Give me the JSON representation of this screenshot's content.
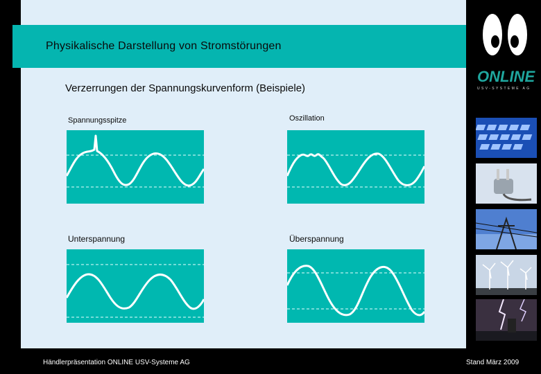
{
  "slide": {
    "title": "Physikalische Darstellung von Stromstörungen",
    "subtitle": "Verzerrungen der Spannungskurvenform (Beispiele)"
  },
  "panels": [
    {
      "label": "Spannungsspitze",
      "kind": "spike"
    },
    {
      "label": "Oszillation",
      "kind": "oscillation"
    },
    {
      "label": "Unterspannung",
      "kind": "undervoltage"
    },
    {
      "label": "Überspannung",
      "kind": "overvoltage"
    }
  ],
  "brand": {
    "logo_text": "ONLINE",
    "logo_subtext": "USV-SYSTEME AG"
  },
  "sidebar_images": [
    {
      "icon": "keyboard-image"
    },
    {
      "icon": "power-plug-image"
    },
    {
      "icon": "power-line-image"
    },
    {
      "icon": "wind-turbines-image"
    },
    {
      "icon": "lightning-image"
    }
  ],
  "footer": {
    "left": "Händlerpräsentation ONLINE USV-Systeme AG",
    "right": "Stand März 2009"
  },
  "colors": {
    "panel": "#00b8b0",
    "titlebar": "#05b5b0",
    "background": "#e0eef9"
  }
}
